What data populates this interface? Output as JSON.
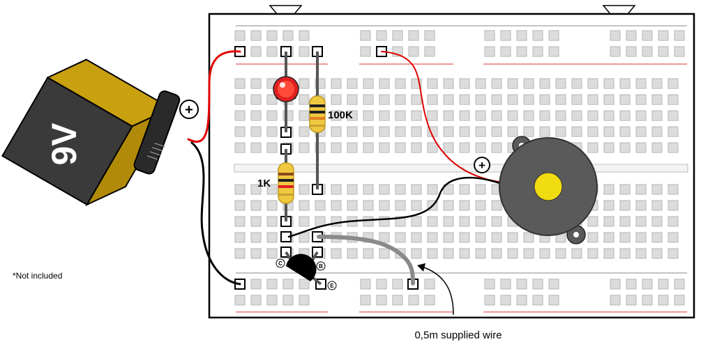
{
  "labels": {
    "battery": "9V",
    "battery_plus": "+",
    "buzzer_plus": "+",
    "resistor_1k": "1K",
    "resistor_100k": "100K",
    "transistor_c": "C",
    "transistor_b": "B",
    "transistor_e": "E",
    "note": "*Not included",
    "wire_caption": "0,5m supplied wire"
  },
  "colors": {
    "board_outline": "#000000",
    "hole_fill": "#dcdcdc",
    "hole_stroke": "#b4b4b4",
    "rail_red": "#e03030",
    "wire_red": "#e00000",
    "wire_black": "#000000",
    "wire_grey": "#8a8a8a",
    "battery_gold": "#c8a010",
    "battery_dark": "#3a3a3a",
    "buzzer_body": "#5a5a5a",
    "buzzer_center": "#f0dc10",
    "led_red": "#e02020",
    "resistor_body": "#f0c840"
  },
  "icons": {
    "battery": "battery-9v-icon",
    "led": "led-icon",
    "buzzer": "piezo-buzzer-icon",
    "transistor": "transistor-icon",
    "arrow": "curved-arrow-icon"
  }
}
